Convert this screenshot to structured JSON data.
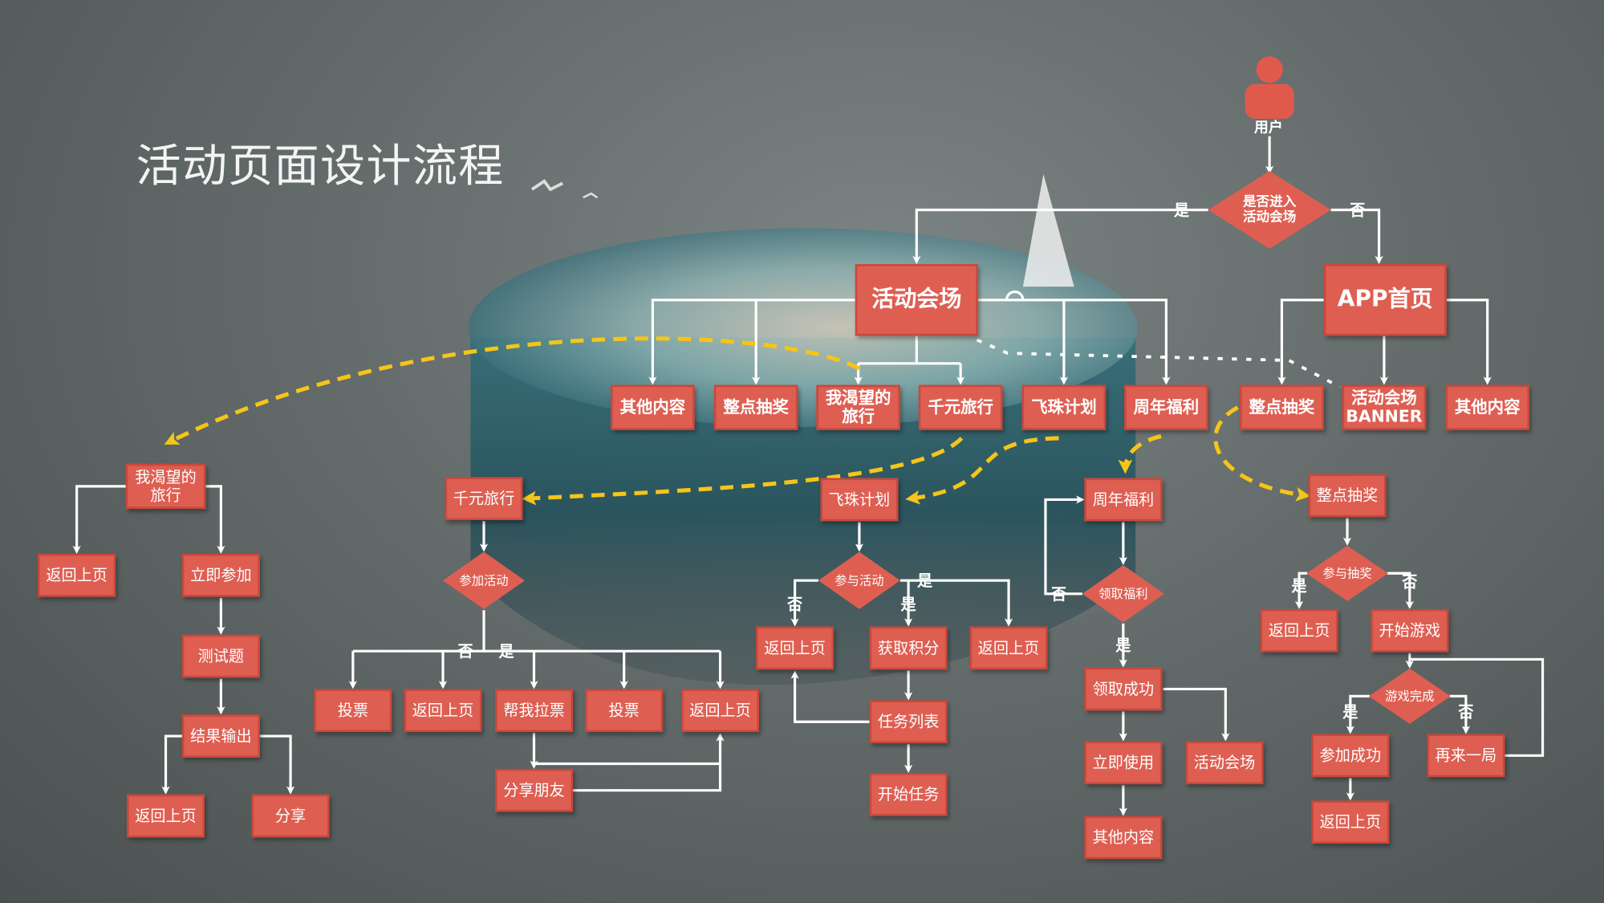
{
  "title": "活动页面设计流程",
  "user": {
    "label": "用户",
    "icon": "user-icon"
  },
  "colors": {
    "node": "#de5f52",
    "line": "#ffffff",
    "highlight_path": "#f5c518"
  },
  "nodes": {
    "enter_decision": "是否进入\n活动会场",
    "venue": "活动会场",
    "app_home": "APP首页",
    "v_other": "其他内容",
    "v_lottery": "整点抽奖",
    "v_dream": "我渴望的\n旅行",
    "v_thousand": "千元旅行",
    "v_pearl": "飞珠计划",
    "v_anniv": "周年福利",
    "a_lottery": "整点抽奖",
    "a_banner": "活动会场\nBANNER",
    "a_other": "其他内容",
    "dream": "我渴望的\n旅行",
    "dream_back": "返回上页",
    "dream_join": "立即参加",
    "quiz": "测试题",
    "result": "结果输出",
    "result_back": "返回上页",
    "share": "分享",
    "thousand": "千元旅行",
    "t_decision": "参加活动",
    "t_vote1": "投票",
    "t_back1": "返回上页",
    "t_canvass": "帮我拉票",
    "t_vote2": "投票",
    "t_back2": "返回上页",
    "t_share": "分享朋友",
    "pearl": "飞珠计划",
    "p_decision": "参与活动",
    "p_back1": "返回上页",
    "p_points": "获取积分",
    "p_back2": "返回上页",
    "p_tasks": "任务列表",
    "p_start": "开始任务",
    "anniv": "周年福利",
    "an_decision": "领取福利",
    "an_success": "领取成功",
    "an_use": "立即使用",
    "an_venue": "活动会场",
    "an_other": "其他内容",
    "lottery": "整点抽奖",
    "l_decision": "参与抽奖",
    "l_back": "返回上页",
    "l_start": "开始游戏",
    "l_done": "游戏完成",
    "l_joined": "参加成功",
    "l_again": "再来一局",
    "l_back2": "返回上页"
  },
  "edge_labels": {
    "enter_yes": "是",
    "enter_no": "否",
    "t_no": "否",
    "t_yes": "是",
    "p_no": "否",
    "p_yes1": "是",
    "p_yes2": "是",
    "an_no": "否",
    "an_yes": "是",
    "l_yes": "是",
    "l_no": "否",
    "d_yes": "是",
    "d_no": "否"
  }
}
